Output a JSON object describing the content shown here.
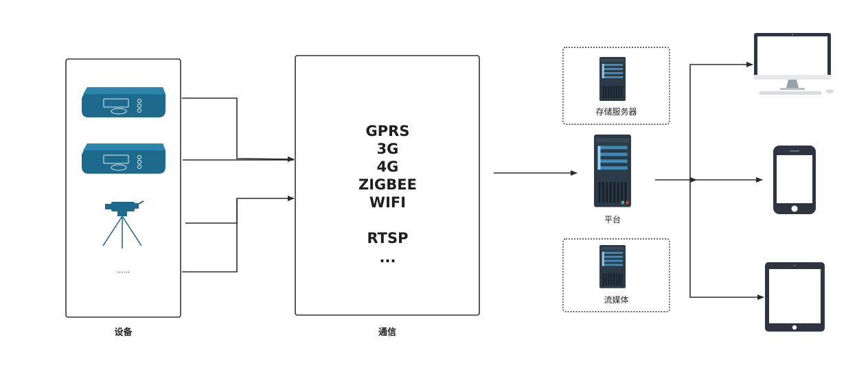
{
  "devices": {
    "title": "设备",
    "ellipsis": "......"
  },
  "comm": {
    "title": "通信",
    "protocols": [
      "GPRS",
      "3G",
      "4G",
      "ZIGBEE",
      "WIFI"
    ],
    "stream_protocol": "RTSP",
    "more": "..."
  },
  "servers": {
    "storage": "存储服务器",
    "platform": "平台",
    "streaming": "流媒体"
  },
  "colors": {
    "device_blue": "#1d6a8c",
    "server_dark": "#2c3a47",
    "server_accent": "#3d8bb5",
    "client_dark": "#2f3541",
    "line": "#2b2b2b"
  }
}
